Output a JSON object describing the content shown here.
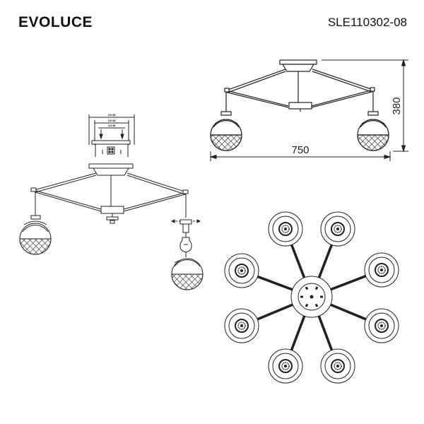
{
  "header": {
    "brand": "EVOLUCE",
    "model": "SLE110302-08"
  },
  "dimensions": {
    "width": "750",
    "height": "380"
  },
  "mount_detail": {
    "labels": [
      "10CM",
      "10CM",
      "11CM"
    ]
  }
}
